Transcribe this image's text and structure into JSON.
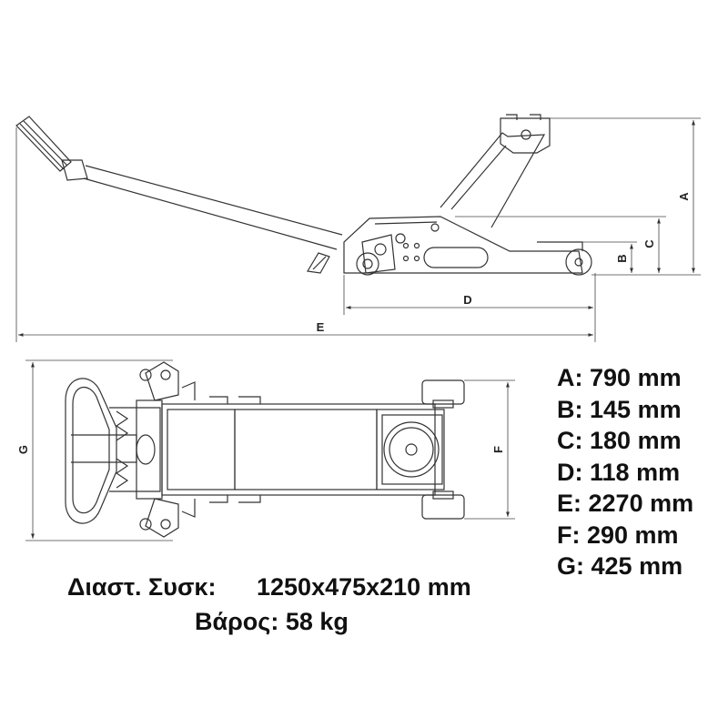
{
  "dimension_letters": {
    "a": "A",
    "b": "B",
    "c": "C",
    "d": "D",
    "e": "E",
    "f": "F",
    "g": "G"
  },
  "specs": [
    {
      "key": "A:",
      "value": "790 mm"
    },
    {
      "key": "B:",
      "value": "145 mm"
    },
    {
      "key": "C:",
      "value": "180 mm"
    },
    {
      "key": "D:",
      "value": "118 mm"
    },
    {
      "key": "E:",
      "value": "2270 mm"
    },
    {
      "key": "F:",
      "value": "290 mm"
    },
    {
      "key": "G:",
      "value": "425 mm"
    }
  ],
  "footer": {
    "pack_label": "Διαστ. Συσκ:",
    "pack_value": "1250x475x210 mm",
    "weight": "Βάρος: 58 kg"
  }
}
